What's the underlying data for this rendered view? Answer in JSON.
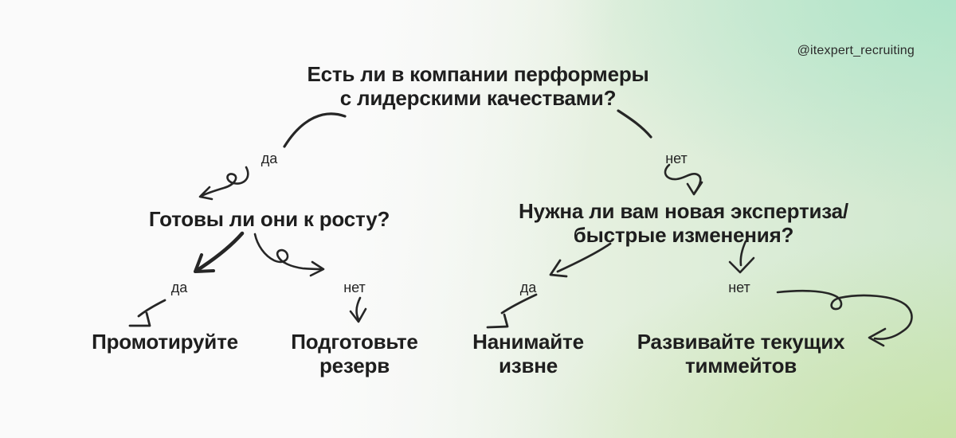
{
  "watermark": "@itexpert_recruiting",
  "root_question": {
    "line1": "Есть ли в компании перформеры",
    "line2": "с лидерскими качествами?"
  },
  "left_branch": {
    "label": "да",
    "question": "Готовы ли они к росту?",
    "yes": {
      "label": "да",
      "answer_line1": "Промотируйте",
      "answer_line2": ""
    },
    "no": {
      "label": "нет",
      "answer_line1": "Подготовьте",
      "answer_line2": "резерв"
    }
  },
  "right_branch": {
    "label": "нет",
    "question_line1": "Нужна ли вам новая экспертиза/",
    "question_line2": "быстрые изменения?",
    "yes": {
      "label": "да",
      "answer_line1": "Нанимайте",
      "answer_line2": "извне"
    },
    "no": {
      "label": "нет",
      "answer_line1": "Развивайте текущих",
      "answer_line2": "тиммейтов"
    }
  },
  "icons": {
    "arrows": [
      "arrow-root-to-left-arc",
      "arrow-left-yes-curl",
      "arrow-root-to-right-arc",
      "arrow-right-no-curl",
      "arrow-qleft-to-yes-thick",
      "arrow-qleft-to-no-squiggle",
      "arrow-yes-left-hook",
      "arrow-no-left-small-down",
      "arrow-qright-to-yes",
      "arrow-qright-to-no-small",
      "arrow-yes-right-hook",
      "arrow-no-right-swoop"
    ]
  },
  "colors": {
    "ink": "#1e1e1e",
    "arrow": "#262626",
    "bg_white": "#fafafa",
    "bg_mint": "#ace4c9",
    "bg_green": "#c6e1a2"
  }
}
